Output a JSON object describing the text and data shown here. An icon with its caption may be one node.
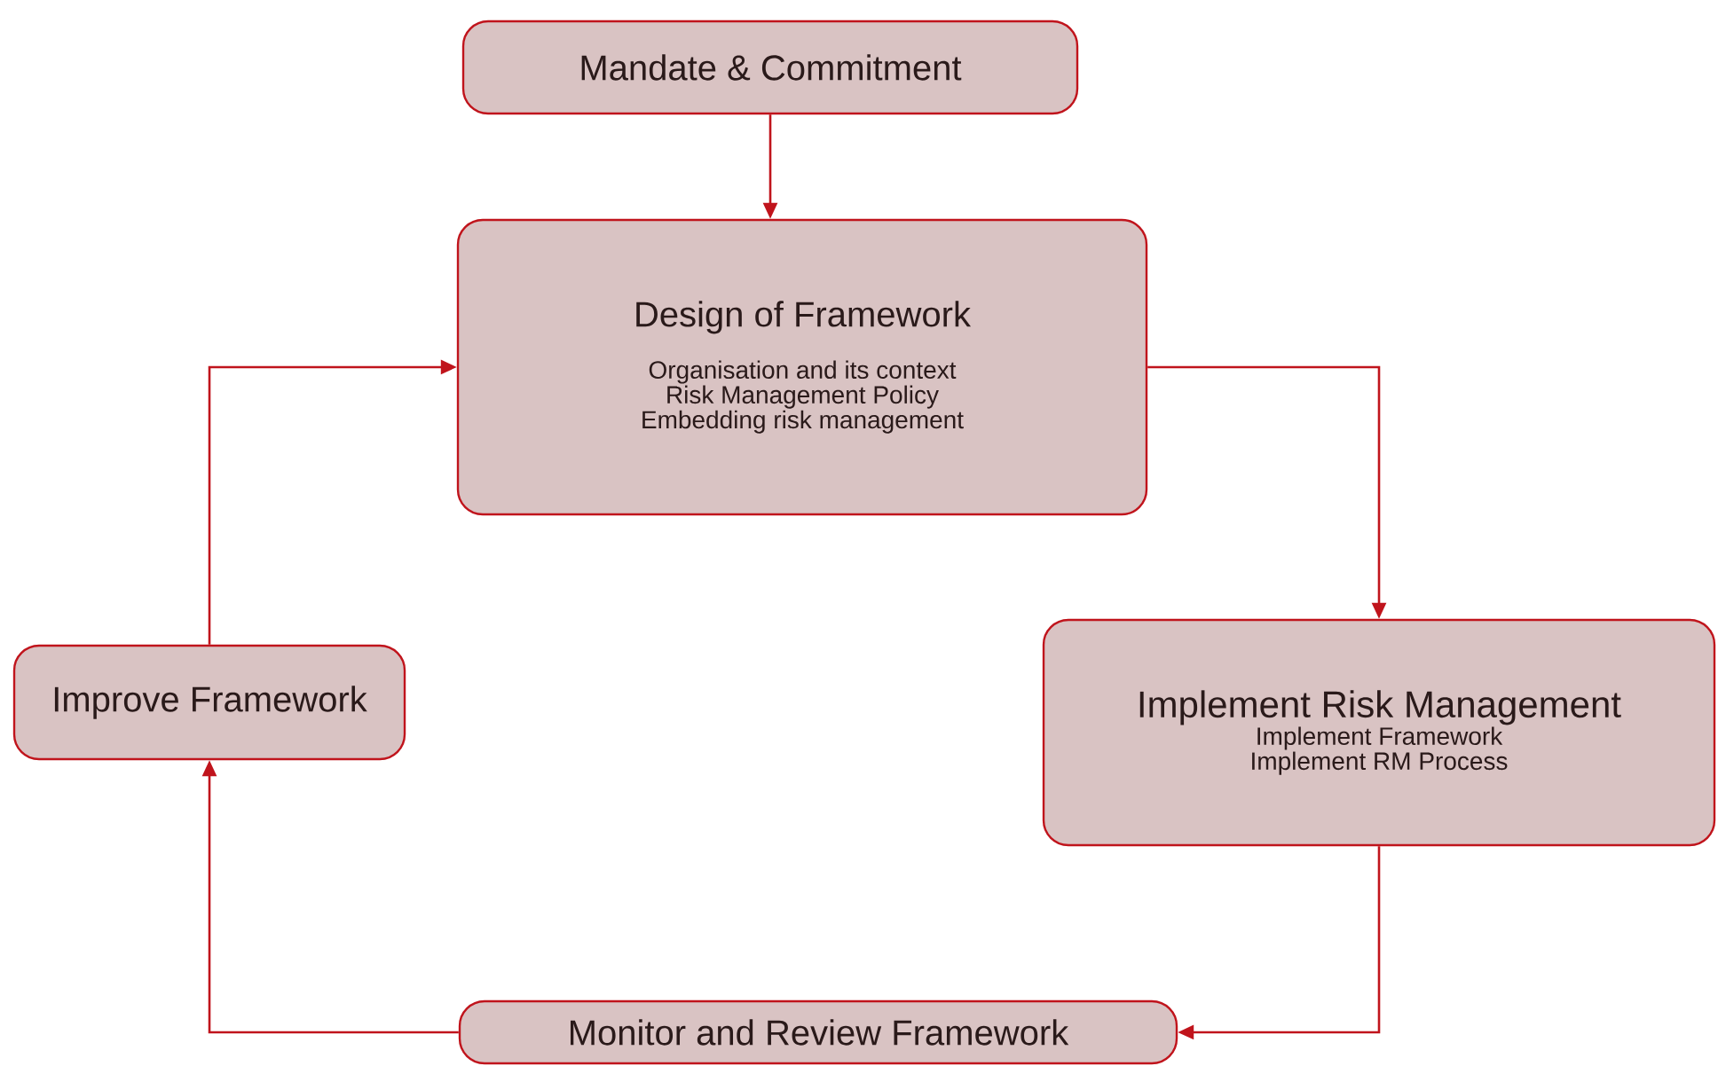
{
  "diagram": {
    "nodes": [
      {
        "text": [
          "Mandate & Commitment"
        ]
      },
      {
        "text": [
          "Design of Framework",
          "Organisation and its context",
          "Risk Management Policy",
          "Embedding risk management"
        ]
      },
      {
        "text": [
          "Implement Risk Management",
          "Implement Framework",
          "Implement RM Process"
        ]
      },
      {
        "text": [
          "Monitor and Review Framework"
        ]
      },
      {
        "text": [
          "Improve Framework"
        ]
      }
    ],
    "edges": [
      {
        "from": 0,
        "to": 1,
        "arrow": "to"
      },
      {
        "from": 1,
        "to": 2,
        "arrow": "to"
      },
      {
        "from": 2,
        "to": 3,
        "arrow": "to"
      },
      {
        "from": 3,
        "to": 4,
        "arrow": "to"
      },
      {
        "from": 4,
        "to": 1,
        "arrow": "to"
      }
    ]
  }
}
